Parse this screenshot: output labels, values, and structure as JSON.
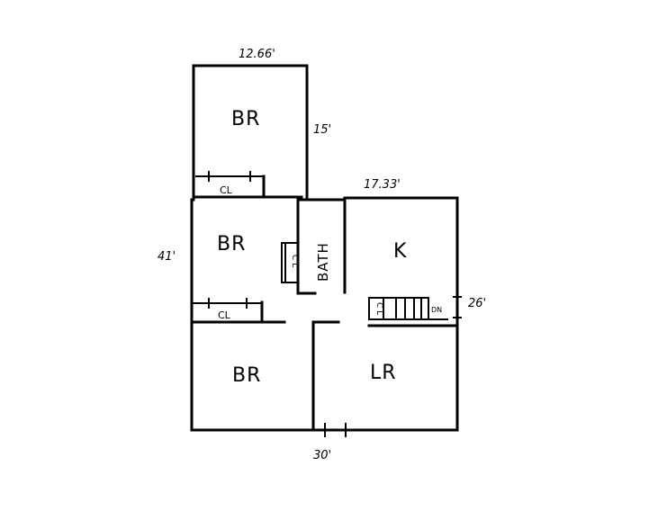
{
  "dimensions": {
    "top": "12.66'",
    "upper_right": "15'",
    "kitchen_top": "17.33'",
    "left": "41'",
    "right": "26'",
    "bottom": "30'"
  },
  "rooms": {
    "bedroom_1": "BR",
    "bedroom_2": "BR",
    "bedroom_3": "BR",
    "bath": "BATH",
    "kitchen": "K",
    "living_room": "LR"
  },
  "closets": {
    "closet_1": "CL",
    "closet_2": "CL",
    "bath_closet": "C L",
    "stair_closet": "C L"
  },
  "stairs": {
    "down_label": "DN"
  }
}
